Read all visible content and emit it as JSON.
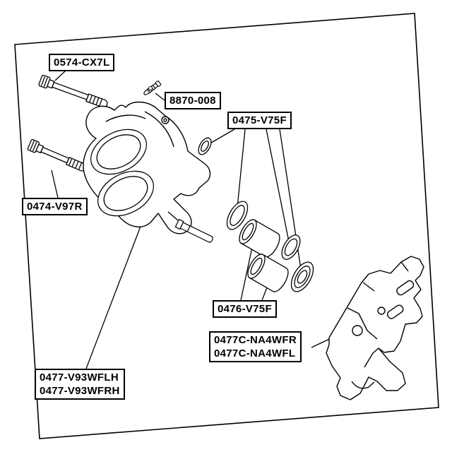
{
  "labels": {
    "guide_pin_upper": "0574-CX7L",
    "bleeder_screw": "8870-008",
    "repair_kit": "0475-V75F",
    "guide_pin_lower": "0474-V97R",
    "piston": "0476-V75F",
    "bracket_fr": "0477C-NA4WFR",
    "bracket_fl": "0477C-NA4WFL",
    "caliper_lh": "0477-V93WFLH",
    "caliper_rh": "0477-V93WFRH"
  },
  "style": {
    "line_color": "#000000",
    "background": "#ffffff"
  }
}
